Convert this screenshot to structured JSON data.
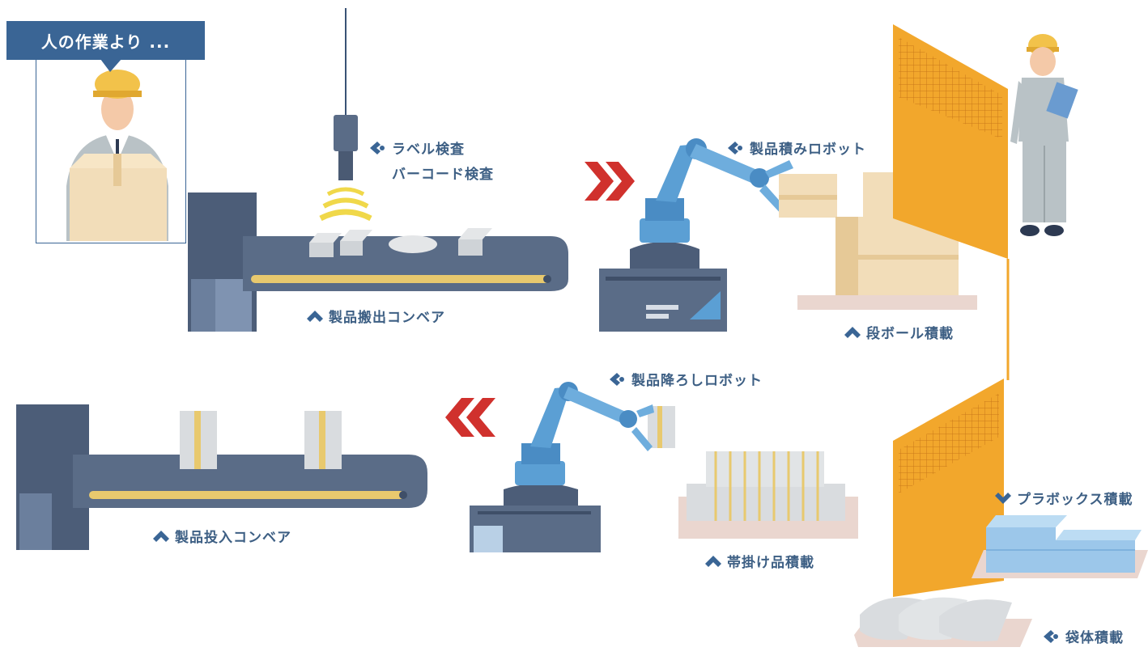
{
  "bubble": {
    "text": "人の作業より ..."
  },
  "labels": {
    "inspection_line1": "ラベル検査",
    "inspection_line2": "バーコード検査",
    "outbound_conveyor": "製品搬出コンベア",
    "stacking_robot": "製品積みロボット",
    "cardboard": "段ボール積載",
    "unloading_robot": "製品降ろしロボット",
    "inbound_conveyor": "製品投入コンベア",
    "banded": "帯掛け品積載",
    "plastic_box": "プラボックス積載",
    "bags": "袋体積載"
  },
  "colors": {
    "label_text": "#3d5f84",
    "bubble_bg": "#3a6595",
    "arrow_red": "#d0312d",
    "fence_orange": "#f2a72c",
    "conveyor_dark": "#5a6c87",
    "robot_blue": "#5b9fd4"
  }
}
